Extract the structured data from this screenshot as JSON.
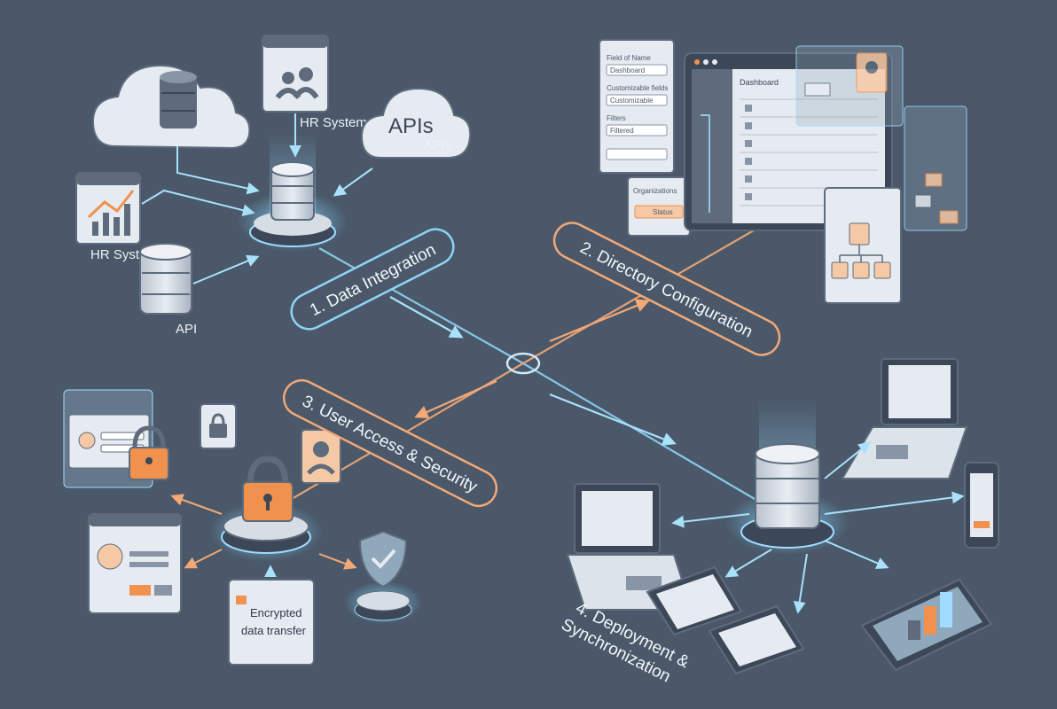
{
  "steps": [
    {
      "label": "1. Data Integration",
      "color": "#8fd3f5"
    },
    {
      "label": "2. Directory Configuration",
      "color": "#f2a877"
    },
    {
      "label": "3. User Access & Security",
      "color": "#f2a877"
    },
    {
      "label": "4. Deployment &",
      "color": "#8fd3f5"
    },
    {
      "label": "Synchronization",
      "color": "#8fd3f5"
    }
  ],
  "sources": {
    "hr_systems": "HR Systems",
    "apis_badge": "APIs",
    "apis": "APIs",
    "hr_system": "HR System",
    "api": "API"
  },
  "config_panel": {
    "field1": "Field of Name",
    "field1_value": "Dashboard",
    "field2": "Customizable fields",
    "field2_value": "Customizable",
    "field3": "Filters",
    "field3_value": "Filtered",
    "org_label": "Organizations",
    "org_button": "Status",
    "dashboard_title": "Dashboard"
  },
  "security": {
    "encrypted_line1": "Encrypted",
    "encrypted_line2": "data transfer"
  },
  "colors": {
    "background": "#4a5869",
    "blue_flow": "#8fd3f5",
    "orange_flow": "#f2a877",
    "accent_orange": "#f0914e",
    "device_light": "#dde3ea",
    "device_dark": "#3c4757"
  }
}
